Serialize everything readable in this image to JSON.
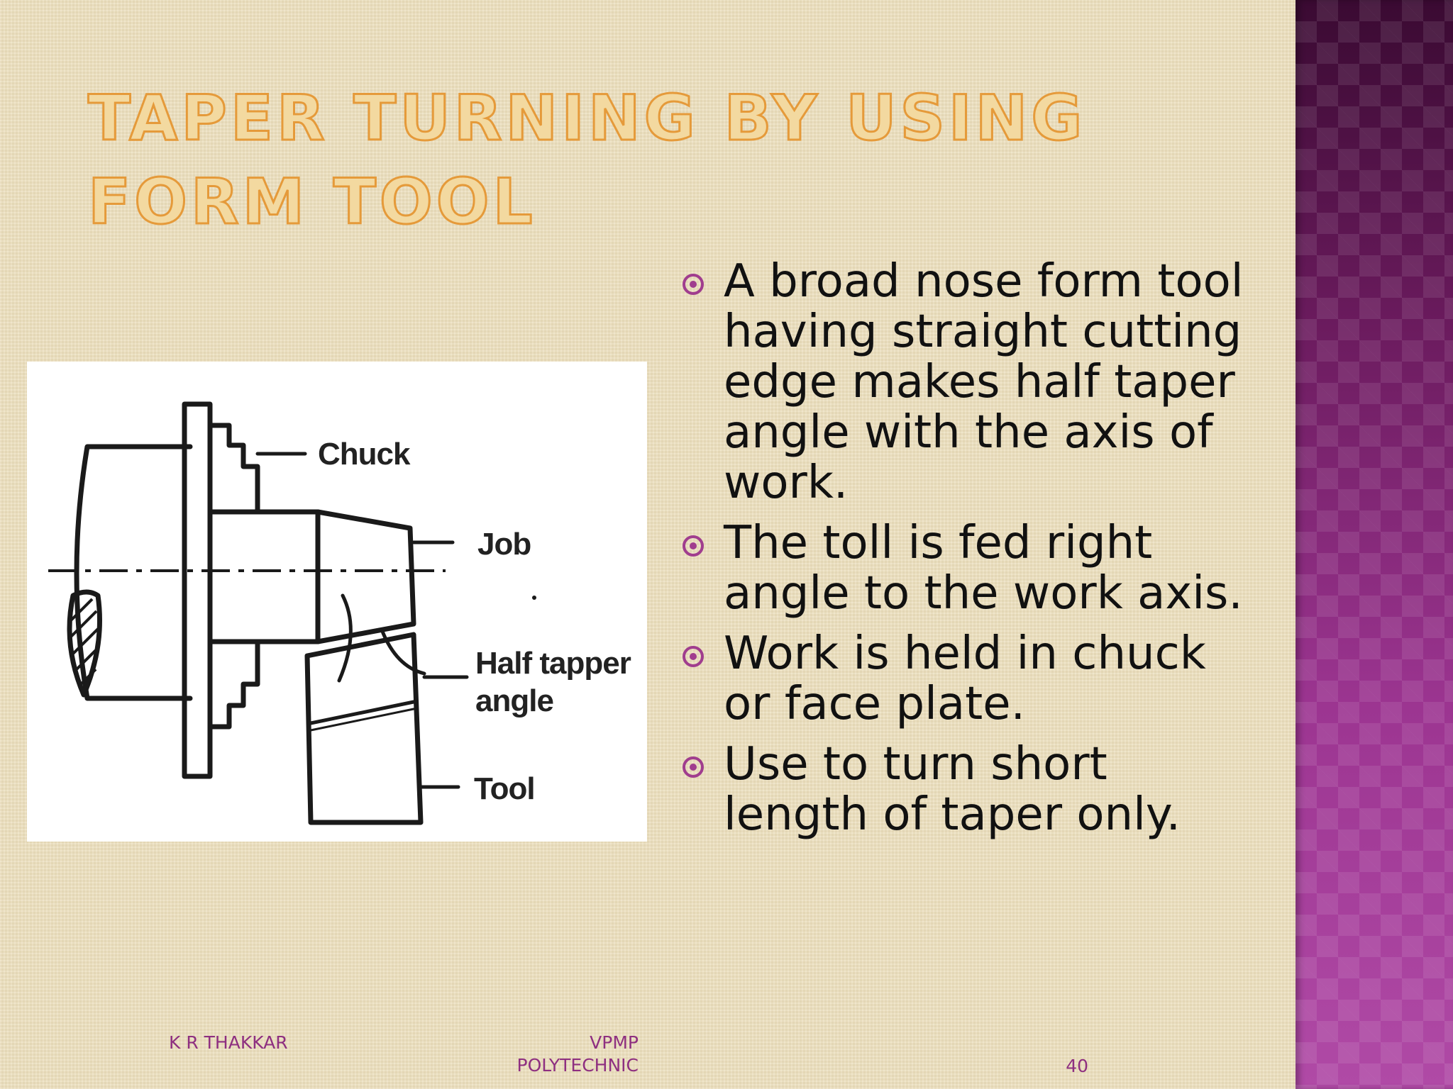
{
  "slide": {
    "title": "TAPER TURNING BY USING FORM TOOL",
    "bullets": [
      "A broad nose form tool having straight cutting edge makes half taper angle with the axis of work.",
      "The toll is fed right angle to the work axis.",
      "Work is held in chuck or face plate.",
      "Use to turn short length of taper only."
    ],
    "figure": {
      "labels": {
        "chuck": "Chuck",
        "job": "Job",
        "half_taper_line1": "Half tapper",
        "half_taper_line2": "angle",
        "tool": "Tool"
      }
    },
    "footer": {
      "author": "K R THAKKAR",
      "institute_line1": "VPMP",
      "institute_line2": "POLYTECHNIC",
      "page_number": "40"
    }
  },
  "colors": {
    "title_outline": "#e59a3a",
    "title_fill": "#f3d9a0",
    "accent": "#a03d8e",
    "background": "#ece0bf"
  },
  "icons": {
    "bullet": "circled-dot-icon"
  }
}
